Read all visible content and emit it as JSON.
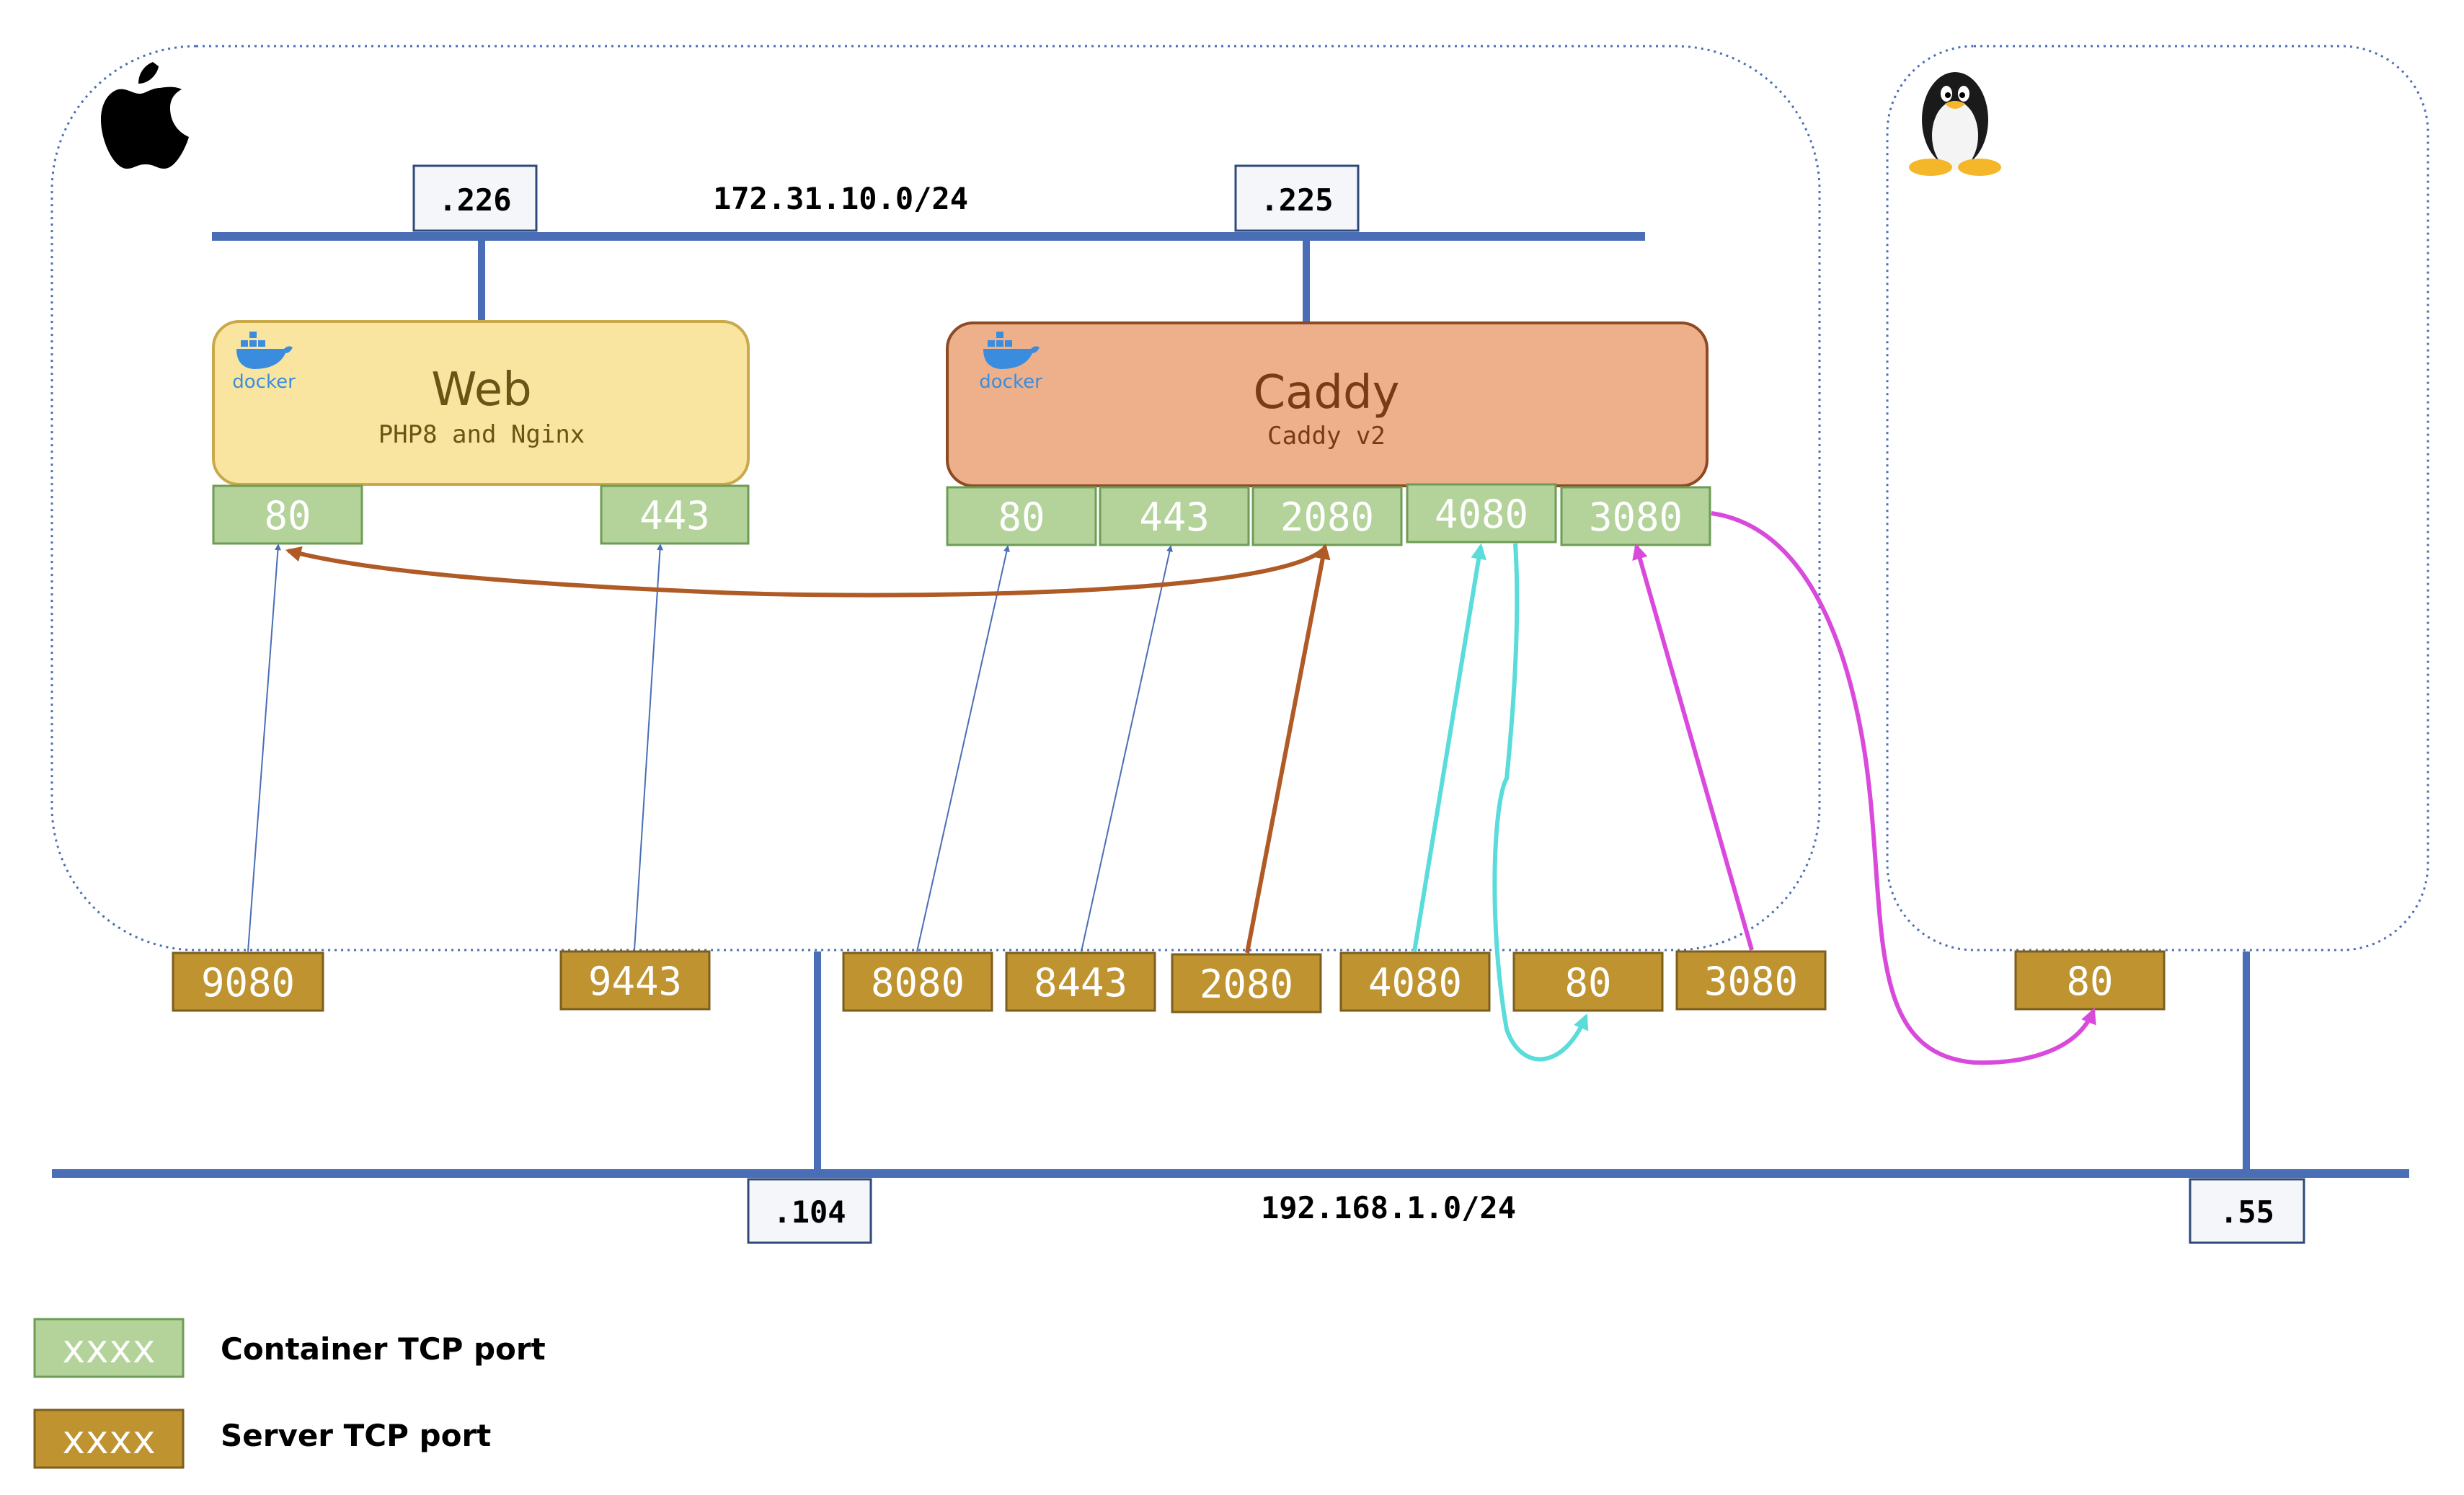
{
  "subnets": {
    "internal": {
      "label": "172.31.10.0/24"
    },
    "lan": {
      "label": "192.168.1.0/24"
    }
  },
  "ips": {
    "web": ".226",
    "caddy": ".225",
    "mac": ".104",
    "linux": ".55"
  },
  "hosts": {
    "mac": {
      "icon": "apple-logo-icon"
    },
    "linux": {
      "icon": "tux-penguin-icon"
    }
  },
  "containers": {
    "web": {
      "title": "Web",
      "subtitle": "PHP8 and Nginx",
      "badge": "docker",
      "ports": [
        "80",
        "443"
      ]
    },
    "caddy": {
      "title": "Caddy",
      "subtitle": "Caddy v2",
      "badge": "docker",
      "ports": [
        "80",
        "443",
        "2080",
        "4080",
        "3080"
      ]
    }
  },
  "server_ports": {
    "mac": [
      "9080",
      "9443",
      "8080",
      "8443",
      "2080",
      "4080",
      "80",
      "3080"
    ],
    "linux": [
      "80"
    ]
  },
  "legend": {
    "container": {
      "swatch": "xxxx",
      "label": "Container TCP port"
    },
    "server": {
      "swatch": "xxxx",
      "label": "Server TCP port"
    }
  },
  "colors": {
    "network_line": "#4A6EB6",
    "container_port_fill": "#B3D39A",
    "container_port_stroke": "#6E9C55",
    "server_port_fill": "#BE9330",
    "server_port_stroke": "#7C5F1E",
    "web_fill": "#FAE5A0",
    "web_stroke": "#C9A94A",
    "caddy_fill": "#EDB08A",
    "caddy_stroke": "#8E4A24",
    "arrow_thin": "#4A6EB6",
    "arrow_brown": "#B05A26",
    "arrow_cyan": "#5ADCDA",
    "arrow_magenta": "#D94ADC",
    "docker_blue": "#3A8DDE"
  }
}
